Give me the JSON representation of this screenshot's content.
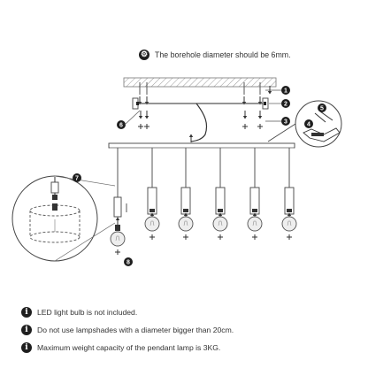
{
  "top_note": {
    "icon": "drill-icon",
    "text": "The borehole diameter should be 6mm."
  },
  "callouts": [
    "1",
    "2",
    "3",
    "4",
    "5",
    "6",
    "7",
    "8"
  ],
  "notes": [
    {
      "icon": "info-icon",
      "text": "LED light bulb is not included."
    },
    {
      "icon": "info-icon",
      "text": "Do not use lampshades with a diameter bigger than 20cm."
    },
    {
      "icon": "info-icon",
      "text": "Maximum weight capacity of the pendant lamp is 3KG."
    }
  ],
  "colors": {
    "line": "#555555",
    "marker": "#1e1e1e",
    "bulb": "#eeeeee"
  },
  "pendant_count": 6
}
